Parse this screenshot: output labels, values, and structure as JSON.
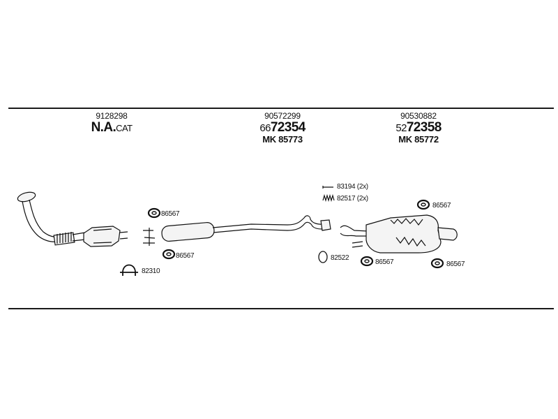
{
  "sections": [
    {
      "oe_number": "9128298",
      "main_code": "N.A.",
      "main_suffix": "CAT",
      "mk": ""
    },
    {
      "oe_number": "90572299",
      "prefix": "66",
      "main_code": "72354",
      "mk": "MK 85773"
    },
    {
      "oe_number": "90530882",
      "prefix": "52",
      "main_code": "72358",
      "mk": "MK 85772"
    }
  ],
  "part_labels": {
    "mount_front_upper": "86567",
    "mount_front_lower": "86567",
    "clamp_front": "82310",
    "bolt_rear": "83194 (2x)",
    "spring_rear": "82517 (2x)",
    "ring_rear": "82522",
    "mount_rear_upper": "86567",
    "mount_rear_mid": "86567",
    "mount_rear_right": "86567"
  }
}
